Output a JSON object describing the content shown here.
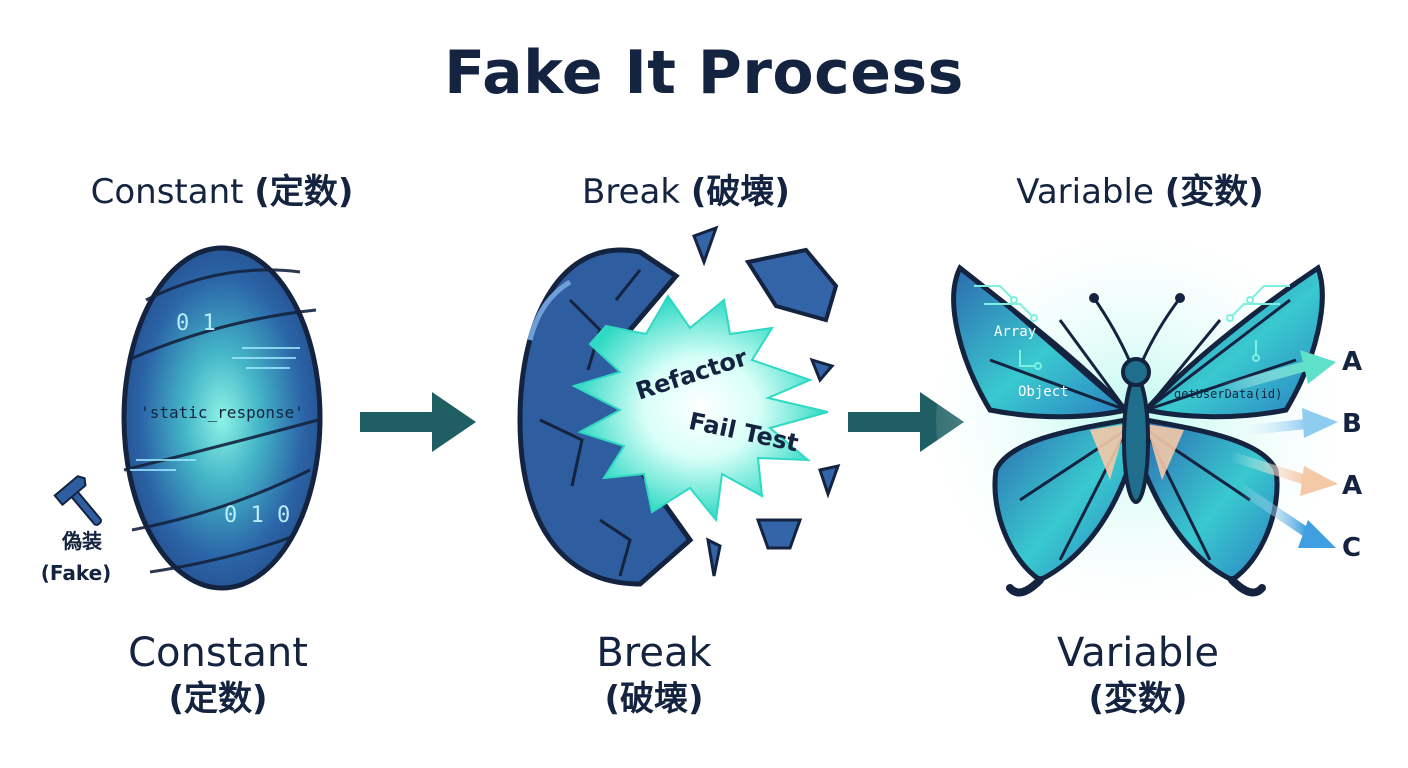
{
  "title": "Fake It Process",
  "stages": [
    {
      "label": "Constant",
      "label_jp": "(定数)",
      "caption": "Constant",
      "caption_jp": "(定数)"
    },
    {
      "label": "Break",
      "label_jp": "(破壊)",
      "caption": "Break",
      "caption_jp": "(破壊)"
    },
    {
      "label": "Variable",
      "label_jp": "(変数)",
      "caption": "Variable",
      "caption_jp": "(変数)"
    }
  ],
  "constant": {
    "code_text": "'static_response'",
    "bits_top": "0 1",
    "bits_bottom": "0 1 0",
    "fake_label_jp": "偽装",
    "fake_label_en": "(Fake)",
    "icon": "hammer-icon"
  },
  "break": {
    "text_refactor": "Refactor",
    "text_fail": "Fail Test"
  },
  "variable": {
    "tag_array": "Array",
    "tag_object": "Object",
    "tag_function": "getUserData(id)",
    "outputs": [
      "A",
      "B",
      "A",
      "C"
    ]
  },
  "colors": {
    "dark_navy": "#14233f",
    "egg_blue": "#2f5ea0",
    "teal_glow": "#3de0cf",
    "arrow_teal": "#1f5f63",
    "peach": "#f4c9a8",
    "sky": "#8fcdf0"
  }
}
